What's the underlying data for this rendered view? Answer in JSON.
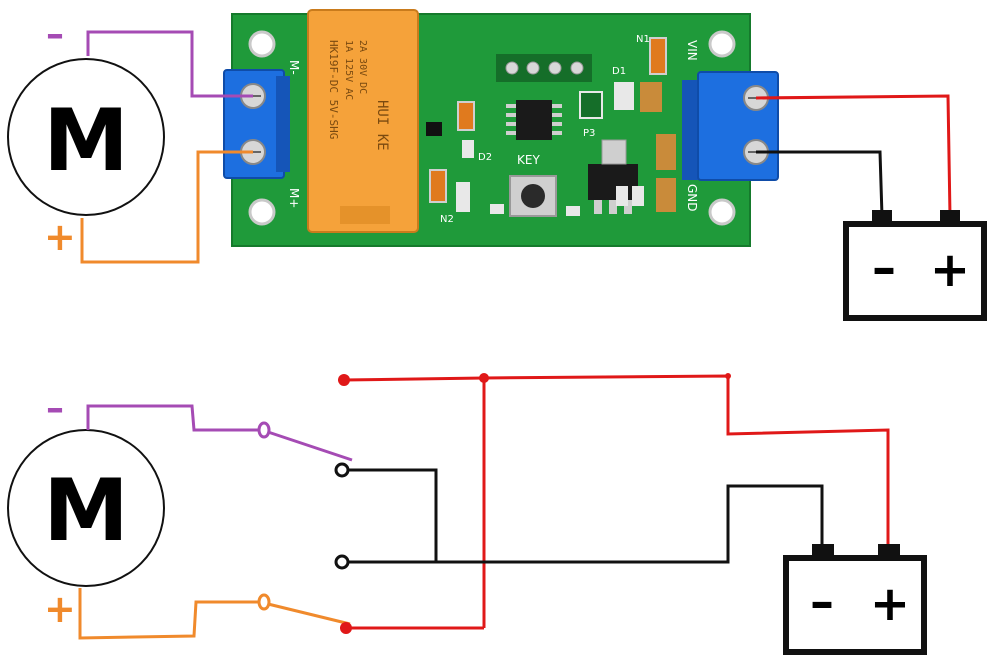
{
  "motor": {
    "letter": "M",
    "minus_sign": "–",
    "plus_sign": "+"
  },
  "battery": {
    "minus_sign": "–",
    "plus_sign": "+"
  },
  "pcb": {
    "label_m_minus": "M-",
    "label_m_plus": "M+",
    "label_vin": "VIN",
    "label_gnd": "GND",
    "label_key": "KEY",
    "label_d1": "D1",
    "label_d2": "D2",
    "label_n1": "N1",
    "label_n2": "N2",
    "label_p3": "P3",
    "relay_line1": "HK19F-DC 5V-SHG",
    "relay_line2": "1A 125V AC",
    "relay_line3": "2A 30V DC",
    "relay_brand": "HUI KE"
  },
  "colors": {
    "purple": "#a54bb4",
    "orange": "#f08a2c",
    "red": "#e01818",
    "black": "#111111",
    "pcb": "#1f9a3a",
    "terminal": "#1d6fe0",
    "relay": "#f5a23a"
  }
}
